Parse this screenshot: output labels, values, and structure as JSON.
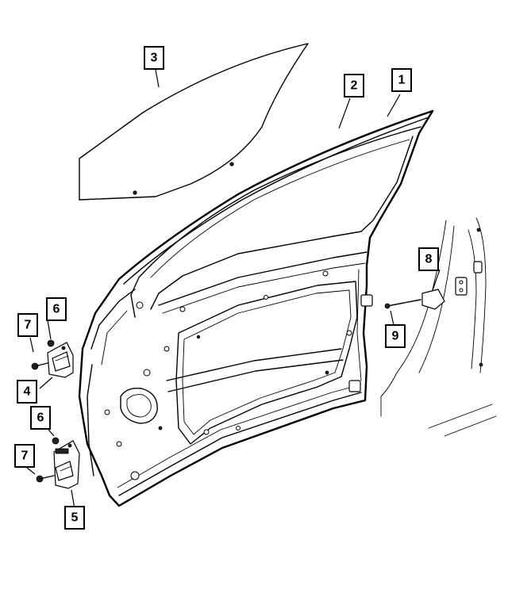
{
  "callouts": [
    {
      "id": "c1",
      "label": "1",
      "part": "door-shell"
    },
    {
      "id": "c2",
      "label": "2",
      "part": "door-weatherstrip"
    },
    {
      "id": "c3",
      "label": "3",
      "part": "door-glass"
    },
    {
      "id": "c4",
      "label": "4",
      "part": "upper-hinge"
    },
    {
      "id": "c5",
      "label": "5",
      "part": "lower-hinge"
    },
    {
      "id": "c6a",
      "label": "6",
      "part": "upper-hinge-nut"
    },
    {
      "id": "c6b",
      "label": "6",
      "part": "lower-hinge-nut"
    },
    {
      "id": "c7a",
      "label": "7",
      "part": "upper-hinge-bolt"
    },
    {
      "id": "c7b",
      "label": "7",
      "part": "lower-hinge-bolt"
    },
    {
      "id": "c8",
      "label": "8",
      "part": "striker"
    },
    {
      "id": "c9",
      "label": "9",
      "part": "striker-screw"
    }
  ],
  "colors": {
    "line": "#000000",
    "background": "#ffffff"
  }
}
